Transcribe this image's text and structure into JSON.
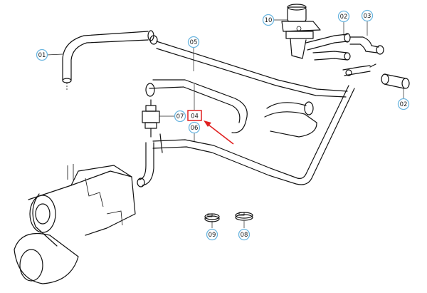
{
  "callouts": [
    {
      "id": "c01",
      "label": "01"
    },
    {
      "id": "c02a",
      "label": "02"
    },
    {
      "id": "c02b",
      "label": "02"
    },
    {
      "id": "c03",
      "label": "03"
    },
    {
      "id": "c05",
      "label": "05"
    },
    {
      "id": "c06",
      "label": "06"
    },
    {
      "id": "c07",
      "label": "07"
    },
    {
      "id": "c08",
      "label": "08"
    },
    {
      "id": "c09",
      "label": "09"
    },
    {
      "id": "c10",
      "label": "10"
    }
  ],
  "highlight": {
    "label": "04",
    "box_color": "#e02020",
    "arrow_color": "#e02020"
  },
  "colors": {
    "callout_ring": "#6bb6e0",
    "line": "#111111"
  }
}
